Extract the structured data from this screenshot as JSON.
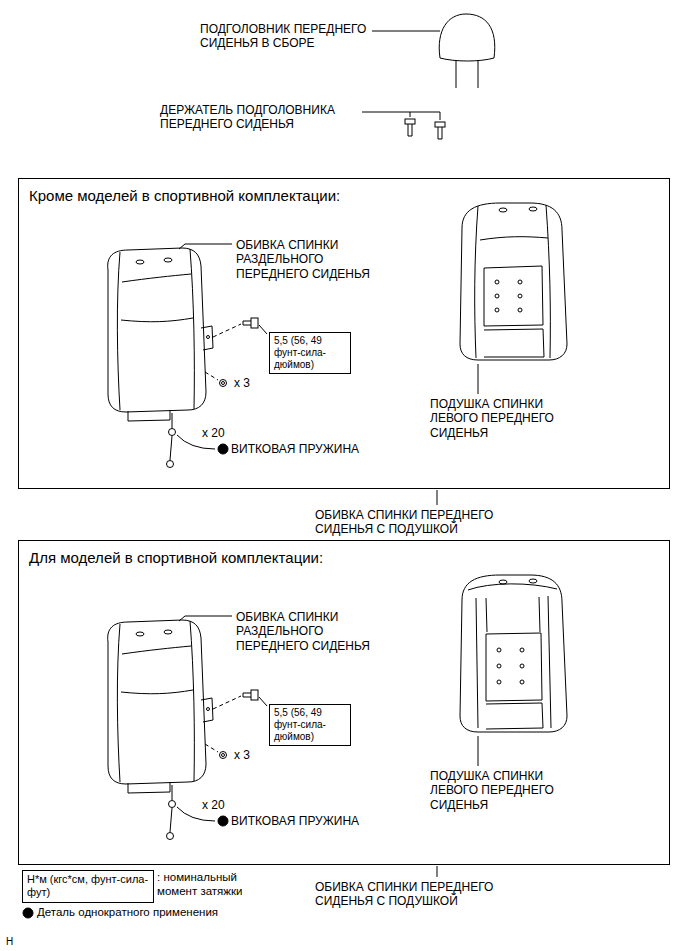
{
  "diagram": {
    "nodes": [
      {
        "text": [
          "Кроме моделей в спортивной комплектации:"
        ]
      },
      {
        "text": [
          "5,5 (56, 49 фунт-сила-дюймов)"
        ],
        "in": 0
      },
      {
        "text": [
          "Для моделей в спортивной комплектации:"
        ]
      },
      {
        "text": [
          "5,5 (56, 49 фунт-сила-дюймов)"
        ],
        "in": 2
      },
      {
        "text": [
          "Н*м (кгс*см, фунт-сила-фут)"
        ]
      }
    ],
    "labels": [
      "ПОДГОЛОВНИК ПЕРЕДНЕГО СИДЕНЬЯ В СБОРЕ",
      "ДЕРЖАТЕЛЬ ПОДГОЛОВНИКА ПЕРЕДНЕГО СИДЕНЬЯ",
      "ОБИВКА СПИНКИ РАЗДЕЛЬНОГО ПЕРЕДНЕГО СИДЕНЬЯ",
      "x 3",
      "x 20",
      "ВИТКОВАЯ ПРУЖИНА",
      "ПОДУШКА СПИНКИ ЛЕВОГО ПЕРЕДНЕГО СИДЕНЬЯ",
      "ОБИВКА СПИНКИ ПЕРЕДНЕГО СИДЕНЬЯ С ПОДУШКОЙ",
      "ОБИВКА СПИНКИ РАЗДЕЛЬНОГО ПЕРЕДНЕГО СИДЕНЬЯ",
      "x 3",
      "x 20",
      "ВИТКОВАЯ ПРУЖИНА",
      "ПОДУШКА СПИНКИ ЛЕВОГО ПЕРЕДНЕГО СИДЕНЬЯ",
      "ОБИВКА СПИНКИ ПЕРЕДНЕГО СИДЕНЬЯ С ПОДУШКОЙ",
      "H"
    ],
    "legend": [
      {
        "text": ": номинальный момент затяжки"
      },
      {
        "text": "Деталь однократного применения"
      }
    ]
  }
}
